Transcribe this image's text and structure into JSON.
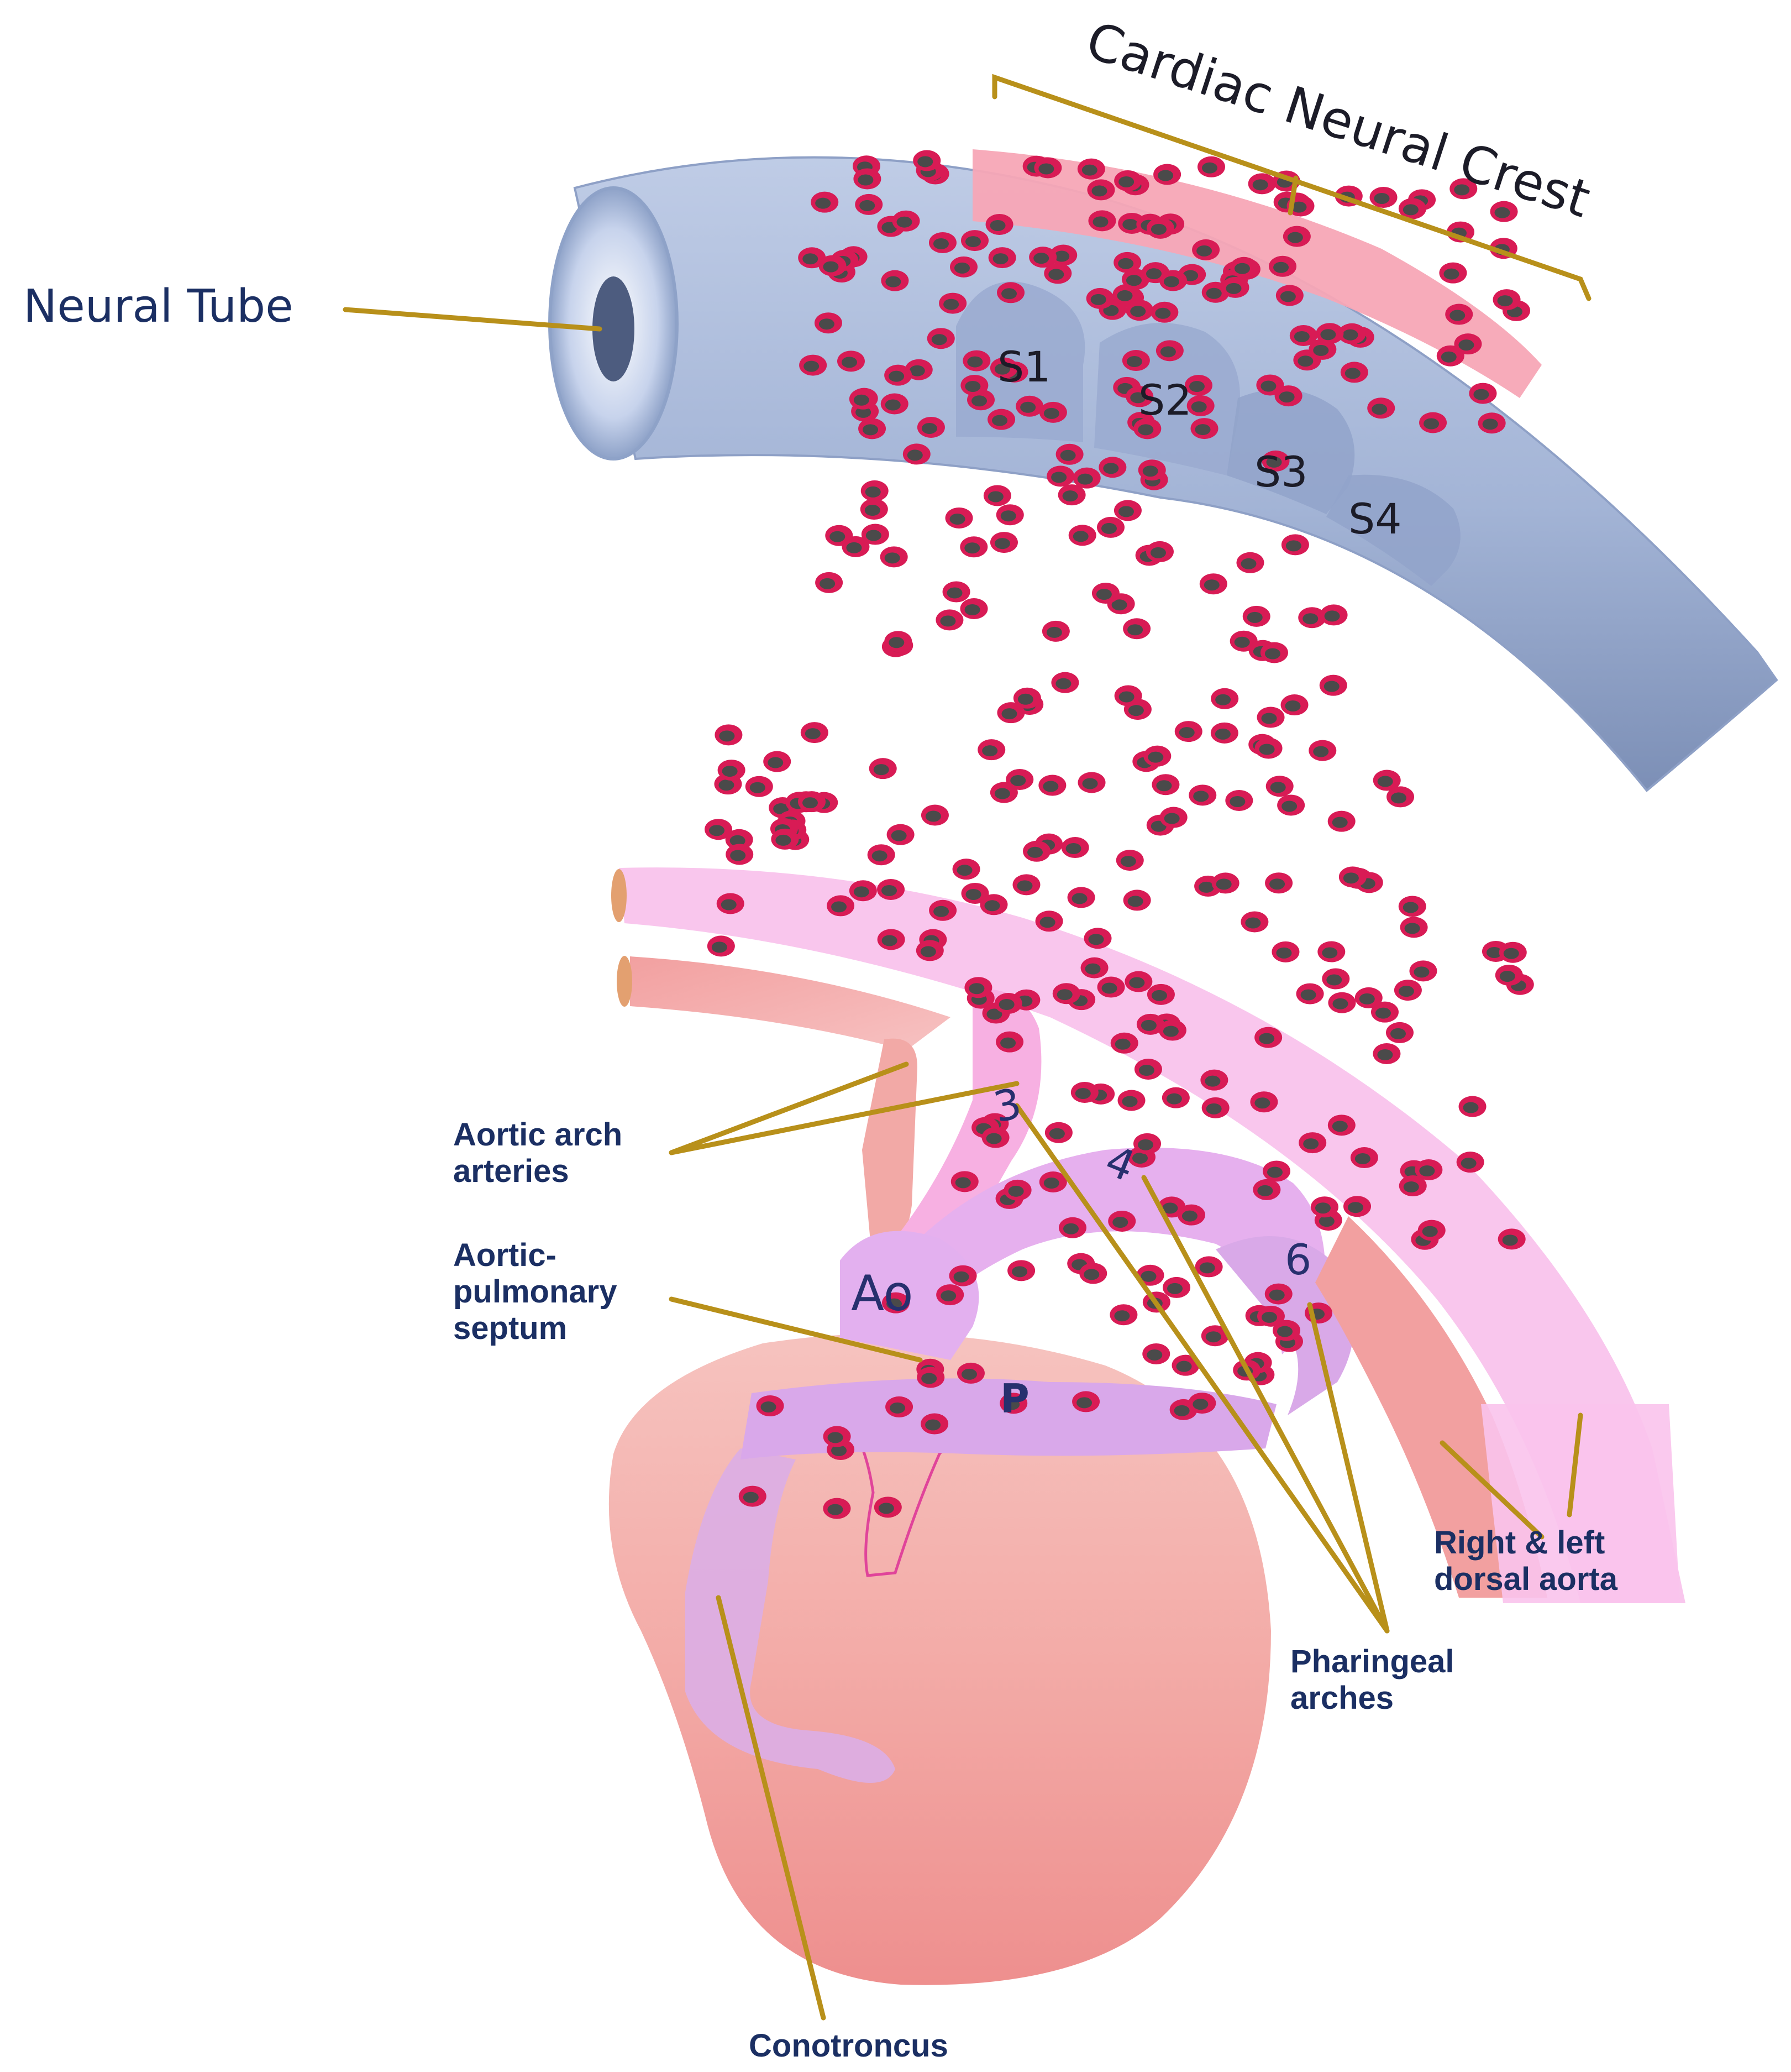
{
  "labels": {
    "cardiac_neural_crest": "Cardiac Neural Crest",
    "neural_tube": "Neural Tube",
    "s1": "S1",
    "s2": "S2",
    "s3": "S3",
    "s4": "S4",
    "aortic_arch_arteries_line1": "Aortic arch",
    "aortic_arch_arteries_line2": "arteries",
    "aortic_pulmonary_septum_line1": "Aortic-",
    "aortic_pulmonary_septum_line2": "pulmonary",
    "aortic_pulmonary_septum_line3": "septum",
    "ao": "Ao",
    "p": "P",
    "arch_3": "3",
    "arch_4": "4",
    "arch_6": "6",
    "dorsal_aorta_line1": "Right & left",
    "dorsal_aorta_line2": "dorsal aorta",
    "pharingeal_arches_line1": "Pharingeal",
    "pharingeal_arches_line2": "arches",
    "conotroncus": "Conotroncus"
  },
  "colors": {
    "neural_tube": "#a7b8d8",
    "neural_tube_dark": "#7d90b8",
    "crest_band": "#f7a7b6",
    "cell_body": "#d81b55",
    "cell_nucleus": "#4a4a4a",
    "heart": "#f3a3a1",
    "arch_pink": "#f7b9e6",
    "arch_lilac": "#d9a9e8",
    "leader_line": "#b8901a",
    "label_text": "#1b2f63"
  }
}
